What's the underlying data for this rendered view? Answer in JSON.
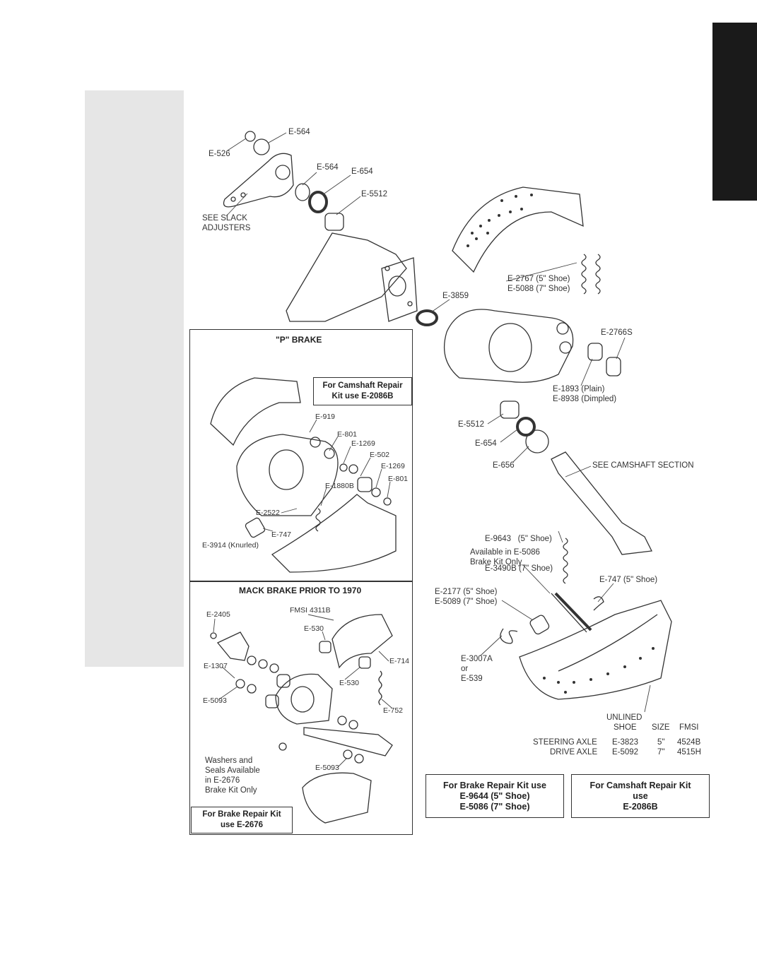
{
  "panels": {
    "p_brake": {
      "title": "\"P\" BRAKE",
      "camshaft_kit": [
        "For Camshaft Repair",
        "Kit use E-2086B"
      ],
      "labels": {
        "e919": "E-919",
        "e801a": "E-801",
        "e1269a": "E-1269",
        "e502": "E-502",
        "e1269b": "E-1269",
        "e801b": "E-801",
        "e1880b": "E-1880B",
        "e2522": "E-2522",
        "e747": "E-747",
        "e3914": "E-3914 (Knurled)"
      }
    },
    "mack": {
      "title": "MACK BRAKE PRIOR TO 1970",
      "labels": {
        "e2405": "E-2405",
        "fmsi": "FMSI 4311B",
        "e530a": "E-530",
        "e714": "E-714",
        "e1307": "E-1307",
        "e530b": "E-530",
        "e5093a": "E-5093",
        "e752": "E-752",
        "e5093b": "E-5093"
      },
      "note": [
        "Washers and",
        "Seals Available",
        "in E-2676",
        "Brake Kit Only"
      ],
      "brake_kit": [
        "For Brake Repair Kit",
        "use E-2676"
      ]
    }
  },
  "main": {
    "labels": {
      "e564a": "E-564",
      "e526": "E-526",
      "e564b": "E-564",
      "e654a": "E-654",
      "e5512a": "E-5512",
      "slack": [
        "SEE SLACK",
        "ADJUSTERS"
      ],
      "e2767": [
        "E-2767 (5\" Shoe)",
        "E-5088 (7\" Shoe)"
      ],
      "e3859": "E-3859",
      "e2766s": "E-2766S",
      "e1893": [
        "E-1893 (Plain)",
        "E-8938 (Dimpled)"
      ],
      "e5512b": "E-5512",
      "e654b": "E-654",
      "e656": "E-656",
      "camshaft": "SEE CAMSHAFT SECTION",
      "e9643": [
        "E-9643   (5\" Shoe)",
        "E-3490B (7\" Shoe)"
      ],
      "available": [
        "Available in E-5086",
        "Brake Kit Only"
      ],
      "e747shoe": "E-747 (5\" Shoe)",
      "e2177": [
        "E-2177 (5\" Shoe)",
        "E-5089 (7\" Shoe)"
      ],
      "e3007a": [
        "E-3007A",
        "or",
        "E-539"
      ]
    },
    "shoe_table": {
      "header_unlined": "UNLINED",
      "header_shoe": "SHOE",
      "header_size": "SIZE",
      "header_fmsi": "FMSI",
      "rows": [
        {
          "axle": "STEERING AXLE",
          "shoe": "E-3823",
          "size": "5\"",
          "fmsi": "4524B"
        },
        {
          "axle": "DRIVE AXLE",
          "shoe": "E-5092",
          "size": "7\"",
          "fmsi": "4515H"
        }
      ]
    },
    "brake_kit": [
      "For Brake Repair Kit use",
      "E-9644 (5\" Shoe)",
      "E-5086 (7\" Shoe)"
    ],
    "camshaft_kit": [
      "For Camshaft Repair Kit",
      "use",
      "E-2086B"
    ]
  },
  "colors": {
    "tab": "#1a1a1a",
    "panel": "#e6e6e6",
    "line": "#333333"
  }
}
